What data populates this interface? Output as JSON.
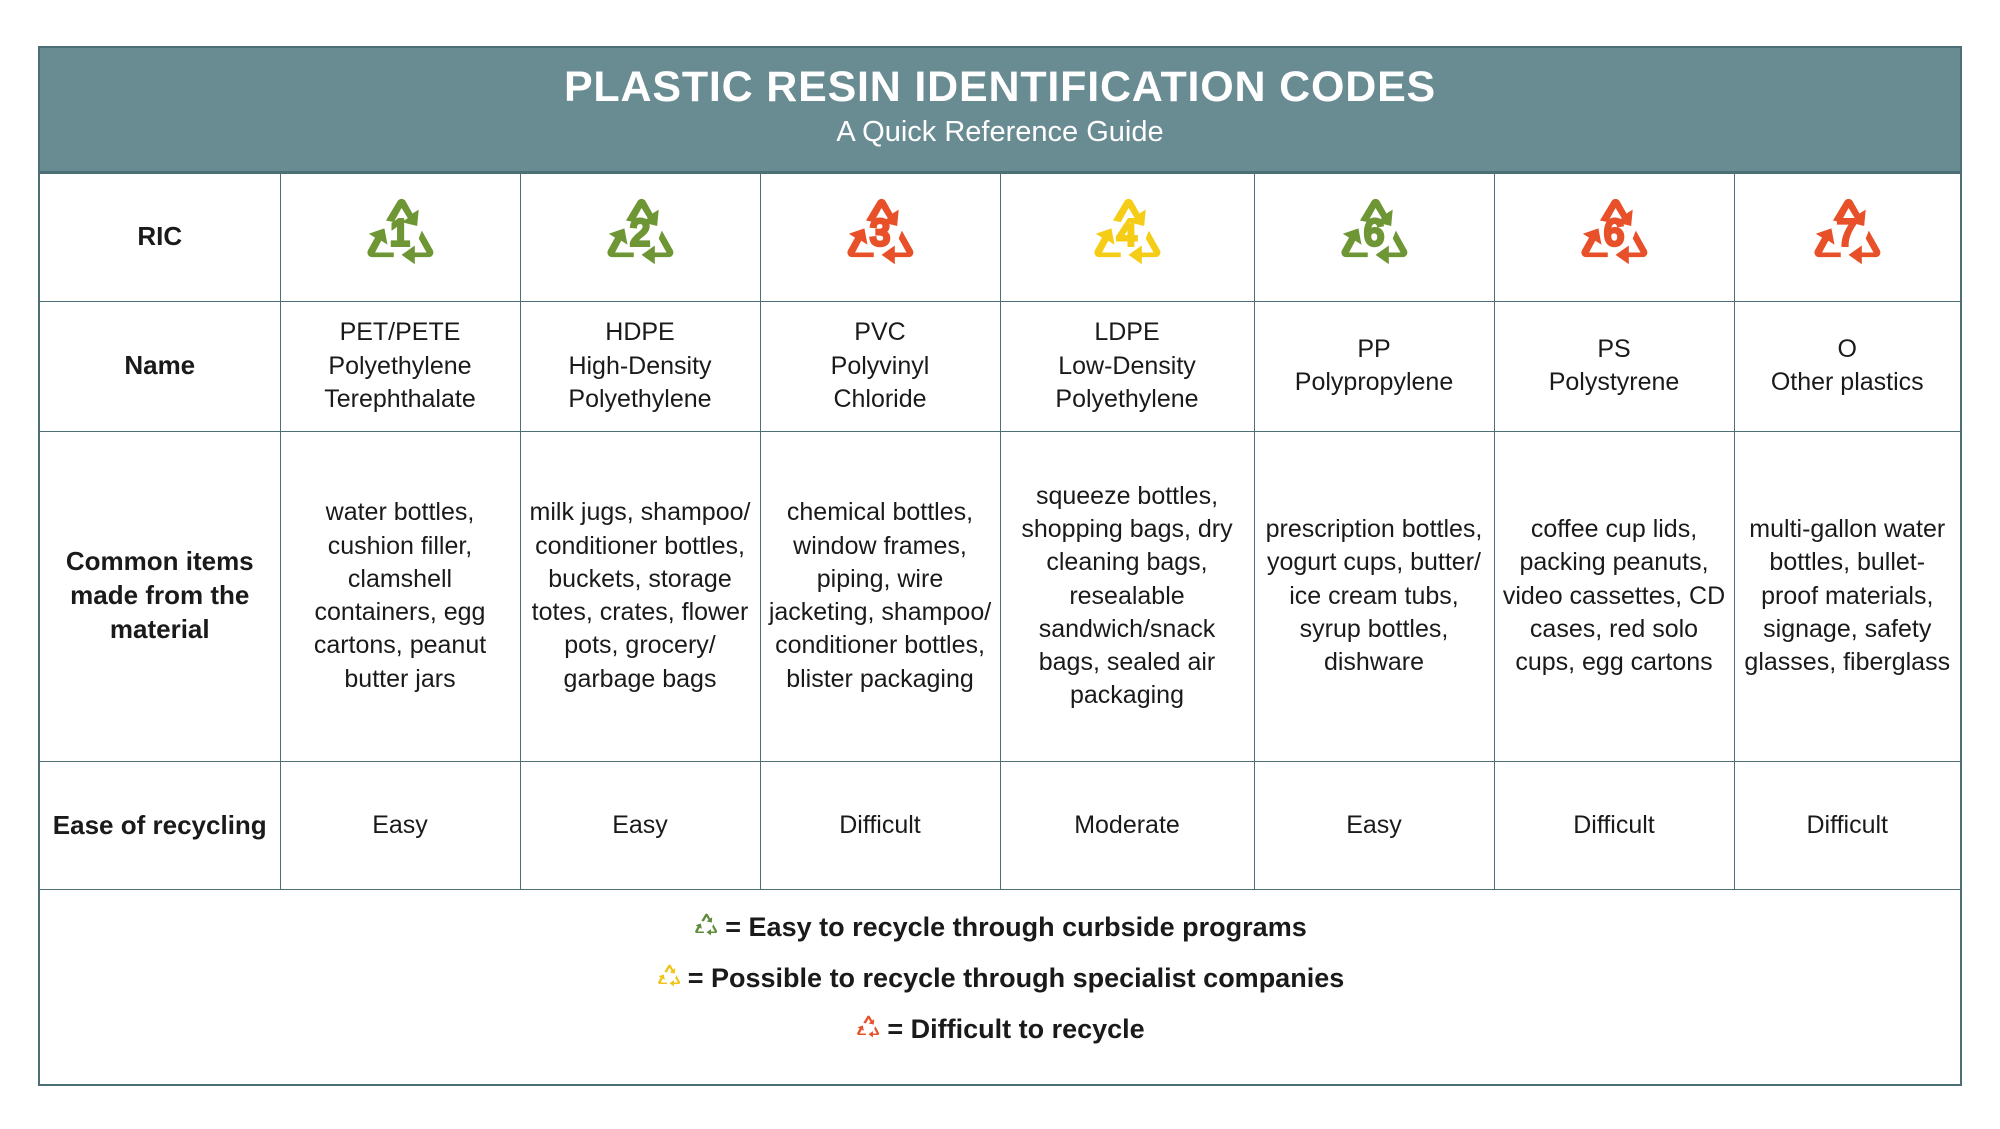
{
  "header": {
    "title": "PLASTIC RESIN IDENTIFICATION CODES",
    "subtitle": "A Quick Reference Guide",
    "background_color": "#698b92",
    "text_color": "#ffffff"
  },
  "colors": {
    "border": "#4b6f75",
    "green": "#6f9635",
    "yellow": "#f5cc16",
    "orange": "#e8502a",
    "legend_green": "#5f8a3a",
    "legend_yellow": "#f0c419",
    "legend_orange": "#e8502a"
  },
  "rows": {
    "ric_label": "RIC",
    "name_label": "Name",
    "items_label": "Common items made from the material",
    "ease_label": "Ease of recycling"
  },
  "columns": [
    {
      "ric_number": "1",
      "ric_icon": "recycling-triangle-icon",
      "ric_color": "#6f9635",
      "name_abbr": "PET/PETE",
      "name_full_line1": "Polyethylene",
      "name_full_line2": "Terephthalate",
      "common_items": "water bottles, cushion filler, clamshell containers, egg cartons, peanut butter jars",
      "ease": "Easy"
    },
    {
      "ric_number": "2",
      "ric_icon": "recycling-triangle-icon",
      "ric_color": "#6f9635",
      "name_abbr": "HDPE",
      "name_full_line1": "High-Density",
      "name_full_line2": "Polyethylene",
      "common_items": "milk jugs, shampoo/ conditioner bottles, buckets, storage totes, crates, flower pots, grocery/ garbage bags",
      "ease": "Easy"
    },
    {
      "ric_number": "3",
      "ric_icon": "recycling-triangle-icon",
      "ric_color": "#e8502a",
      "name_abbr": "PVC",
      "name_full_line1": "Polyvinyl",
      "name_full_line2": "Chloride",
      "common_items": "chemical bottles, window frames, piping, wire jacketing, shampoo/ conditioner bottles, blister packaging",
      "ease": "Difficult"
    },
    {
      "ric_number": "4",
      "ric_icon": "recycling-triangle-icon",
      "ric_color": "#f5cc16",
      "name_abbr": "LDPE",
      "name_full_line1": "Low-Density",
      "name_full_line2": "Polyethylene",
      "common_items": "squeeze bottles, shopping bags, dry cleaning bags, resealable sandwich/snack bags, sealed air packaging",
      "ease": "Moderate"
    },
    {
      "ric_number": "6",
      "ric_icon": "recycling-triangle-icon",
      "ric_color": "#6f9635",
      "name_abbr": "PP",
      "name_full_line1": "Polypropylene",
      "name_full_line2": "",
      "common_items": "prescription bottles, yogurt cups, butter/ ice cream tubs, syrup bottles, dishware",
      "ease": "Easy"
    },
    {
      "ric_number": "6",
      "ric_icon": "recycling-triangle-icon",
      "ric_color": "#e8502a",
      "name_abbr": "PS",
      "name_full_line1": "Polystyrene",
      "name_full_line2": "",
      "common_items": "coffee cup lids, packing peanuts, video cassettes, CD cases, red solo cups, egg cartons",
      "ease": "Difficult"
    },
    {
      "ric_number": "7",
      "ric_icon": "recycling-triangle-icon",
      "ric_color": "#e8502a",
      "name_abbr": "O",
      "name_full_line1": "Other plastics",
      "name_full_line2": "",
      "common_items": "multi-gallon water bottles, bullet-proof materials, signage, safety glasses, fiberglass",
      "ease": "Difficult"
    }
  ],
  "legend": [
    {
      "glyph": "recycling-triangle-icon",
      "color": "#5f8a3a",
      "text": "= Easy to recycle through curbside programs"
    },
    {
      "glyph": "recycling-triangle-icon",
      "color": "#f0c419",
      "text": "= Possible to recycle through specialist companies"
    },
    {
      "glyph": "recycling-triangle-icon",
      "color": "#e8502a",
      "text": "= Difficult to recycle"
    }
  ]
}
